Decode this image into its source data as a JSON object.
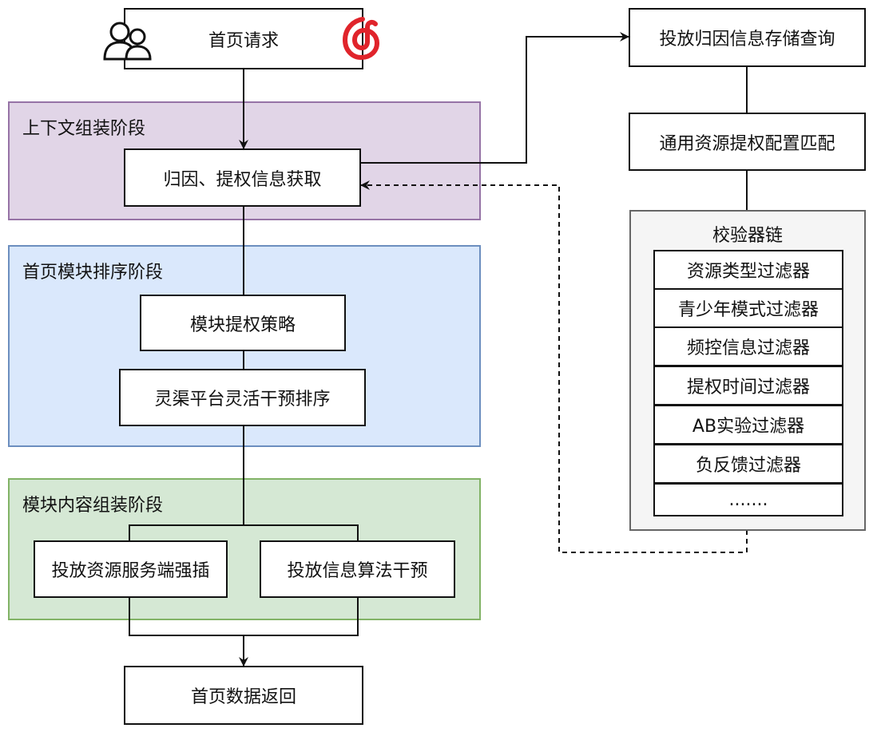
{
  "start": {
    "label": "首页请求",
    "user_icon": "users-icon",
    "logo_icon": "netease-music-logo-icon",
    "logo_color": "#e0242b"
  },
  "stages": [
    {
      "title": "上下文组装阶段",
      "color": "#e1d5e7",
      "border": "#9673a6"
    },
    {
      "title": "首页模块排序阶段",
      "color": "#dae8fc",
      "border": "#6c8ebf"
    },
    {
      "title": "模块内容组装阶段",
      "color": "#d5e8d4",
      "border": "#82b366"
    }
  ],
  "nodes": {
    "attribution_fetch": "归因、提权信息获取",
    "module_boost_strategy": "模块提权策略",
    "lingqu_sort": "灵渠平台灵活干预排序",
    "server_insert": "投放资源服务端强插",
    "algo_intervene": "投放信息算法干预",
    "return_data": "首页数据返回",
    "attribution_storage_query": "投放归因信息存储查询",
    "config_match": "通用资源提权配置匹配"
  },
  "validator_chain": {
    "title": "校验器链",
    "filters": [
      "资源类型过滤器",
      "青少年模式过滤器",
      "频控信息过滤器",
      "提权时间过滤器",
      "AB实验过滤器",
      "负反馈过滤器",
      "......."
    ]
  }
}
